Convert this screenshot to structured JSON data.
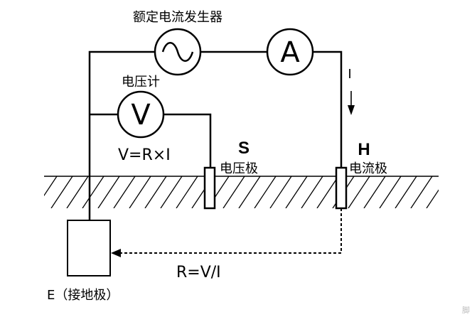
{
  "generator_label": "额定电流发生器",
  "voltmeter_label": "电压计",
  "ammeter_symbol": "A",
  "voltmeter_symbol": "V",
  "formula_v": "V=R×I",
  "current_label": "I",
  "s_probe": {
    "letter": "S",
    "label": "电压极"
  },
  "h_probe": {
    "letter": "H",
    "label": "电流极"
  },
  "formula_r": "R=V/I",
  "earth_label": "E（接地极）",
  "watermark": "脚"
}
